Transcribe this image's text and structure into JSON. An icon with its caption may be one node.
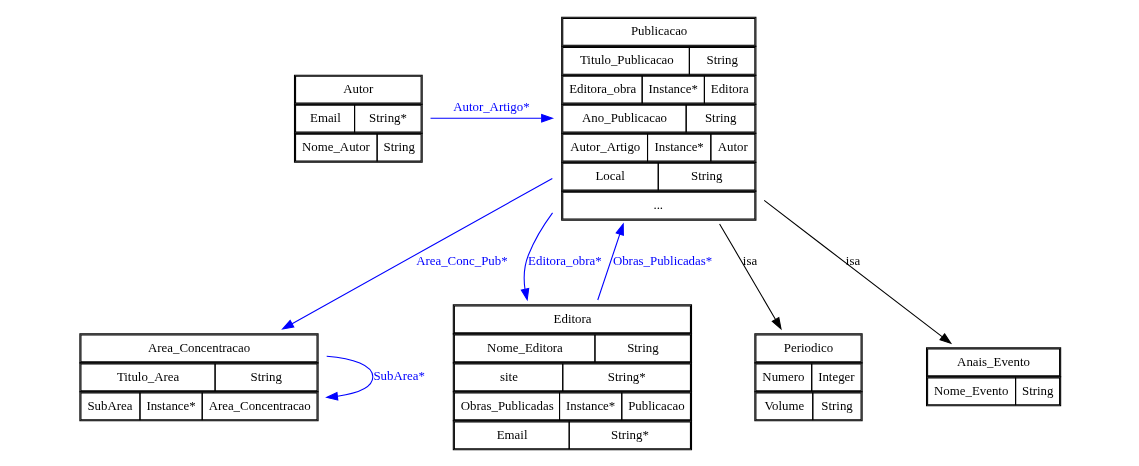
{
  "diagram": {
    "nodes": [
      {
        "text": [
          "Publicacao",
          "Titulo_Publicacao",
          "String",
          "Editora_obra",
          "Instance*",
          "Editora",
          "Ano_Publicacao",
          "String",
          "Autor_Artigo",
          "Instance*",
          "Autor",
          "Local",
          "String",
          "..."
        ]
      },
      {
        "text": [
          "Autor",
          "Email",
          "String*",
          "Nome_Autor",
          "String"
        ]
      },
      {
        "text": [
          "Area_Concentracao",
          "Titulo_Area",
          "String",
          "SubArea",
          "Instance*",
          "Area_Concentracao"
        ]
      },
      {
        "text": [
          "Editora",
          "Nome_Editora",
          "String",
          "site",
          "String*",
          "Obras_Publicadas",
          "Instance*",
          "Publicacao",
          "Email",
          "String*"
        ]
      },
      {
        "text": [
          "Periodico",
          "Numero",
          "Integer",
          "Volume",
          "String"
        ]
      },
      {
        "text": [
          "Anais_Evento",
          "Nome_Evento",
          "String"
        ]
      }
    ],
    "edges": [
      {
        "from": 1,
        "to": 0,
        "arrow": "to",
        "label": "Autor_Artigo*"
      },
      {
        "from": 0,
        "to": 2,
        "arrow": "to",
        "label": "Area_Conc_Pub*"
      },
      {
        "from": 2,
        "to": 2,
        "arrow": "to",
        "label": "SubArea*"
      },
      {
        "from": 0,
        "to": 3,
        "arrow": "to",
        "label": "Editora_obra*"
      },
      {
        "from": 3,
        "to": 0,
        "arrow": "to",
        "label": "Obras_Publicadas*"
      },
      {
        "from": 0,
        "to": 4,
        "arrow": "to",
        "label": "isa",
        "color": "#000000"
      },
      {
        "from": 0,
        "to": 5,
        "arrow": "to",
        "label": "isa",
        "color": "#000000"
      }
    ]
  }
}
